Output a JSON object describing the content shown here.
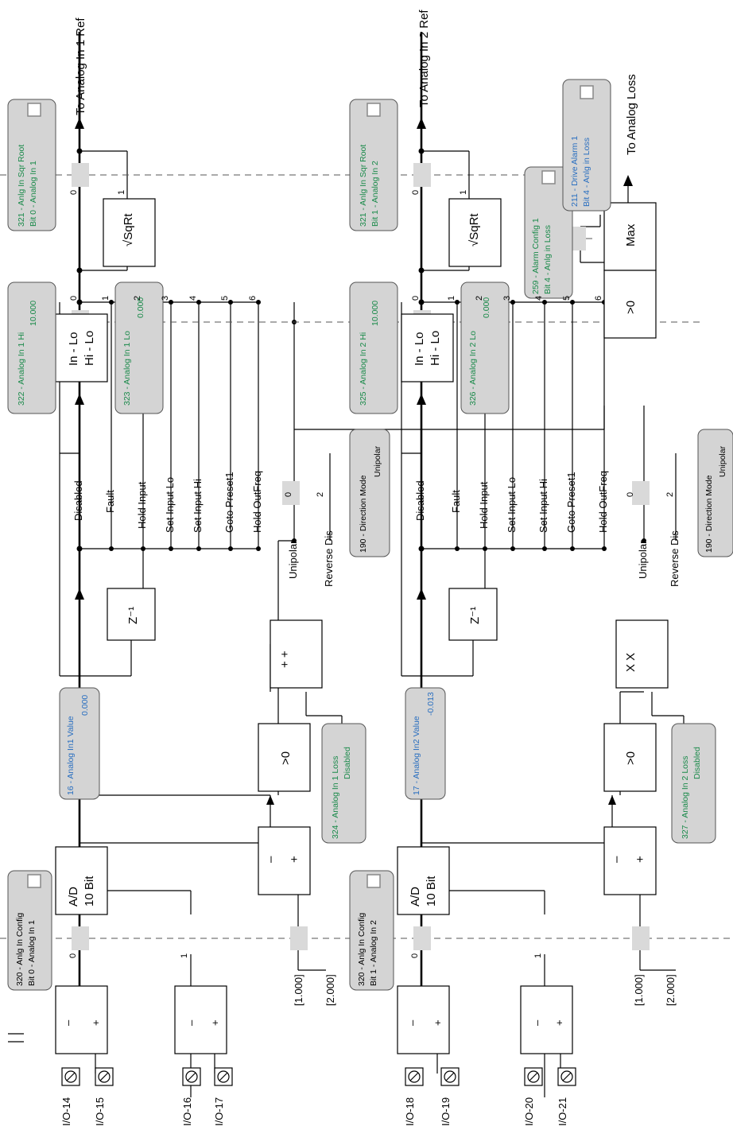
{
  "terminals": [
    "I/O-14",
    "I/O-15",
    "I/O-16",
    "I/O-17",
    "I/O-18",
    "I/O-19",
    "I/O-20",
    "I/O-21"
  ],
  "signs": {
    "minus": "–",
    "plus": "+"
  },
  "switch_pos": [
    "0",
    "1",
    "2",
    "3",
    "4",
    "5",
    "6"
  ],
  "scales": [
    "[1.000]",
    "[2.000]"
  ],
  "blocks": {
    "ad_line1": "A/D",
    "ad_line2": "10 Bit",
    "gt_zero": ">0",
    "plus_plus": "+  +",
    "x_x": "X  X",
    "z_inv": "Z⁻¹",
    "in_lo": "In - Lo",
    "hi_lo": "Hi - Lo",
    "sqrt": "√SqRt",
    "max": "Max"
  },
  "loss_modes": [
    "Disabled",
    "Fault",
    "Hold Input",
    "Set Input Lo",
    "Set Input Hi",
    "Goto Preset1",
    "Hold OutFreq"
  ],
  "direction_modes": [
    "Unipolar",
    "Reverse Dis"
  ],
  "outputs": [
    "To Analog In 1 Ref",
    "To Analog In 2 Ref",
    "To Analog Loss"
  ],
  "params": {
    "sqr_root_1": {
      "name": "321 - Anlg In Sqr Root",
      "bit": "Bit 0 - Analog In 1"
    },
    "sqr_root_2": {
      "name": "321 - Anlg In Sqr Root",
      "bit": "Bit 1 - Analog In 2"
    },
    "in1_hi": {
      "name": "322 - Analog In 1 Hi",
      "value": "10.000"
    },
    "in1_lo": {
      "name": "323 - Analog In 1 Lo",
      "value": "0.000"
    },
    "in2_hi": {
      "name": "325 - Analog In 2 Hi",
      "value": "10.000"
    },
    "in2_lo": {
      "name": "326 - Analog In 2 Lo",
      "value": "0.000"
    },
    "in1_value": {
      "name": "16 - Analog In1 Value",
      "value": "0.000"
    },
    "in2_value": {
      "name": "17 - Analog In2 Value",
      "value": "-0.013"
    },
    "in1_loss": {
      "name": "324 - Analog In 1 Loss",
      "value": "Disabled"
    },
    "in2_loss": {
      "name": "327 - Analog In 2 Loss",
      "value": "Disabled"
    },
    "config_1": {
      "name": "320 - Anlg In Config",
      "bit": "Bit 0 - Analog In 1"
    },
    "config_2": {
      "name": "320 - Anlg In Config",
      "bit": "Bit 1 - Analog In 2"
    },
    "direction_mode": {
      "name": "190 - Direction Mode",
      "value": "Unipolar"
    },
    "alarm_config": {
      "name": "259 - Alarm Config 1",
      "bit": "Bit 4 - Anlg in Loss"
    },
    "drive_alarm": {
      "name": "211 - Drive Alarm 1",
      "bit": "Bit 4 - Anlg in Loss"
    }
  },
  "colors": {
    "setting_param": "#1a8a4a",
    "display_param": "#2a6fc0",
    "param_box": "#d4d4d4"
  }
}
